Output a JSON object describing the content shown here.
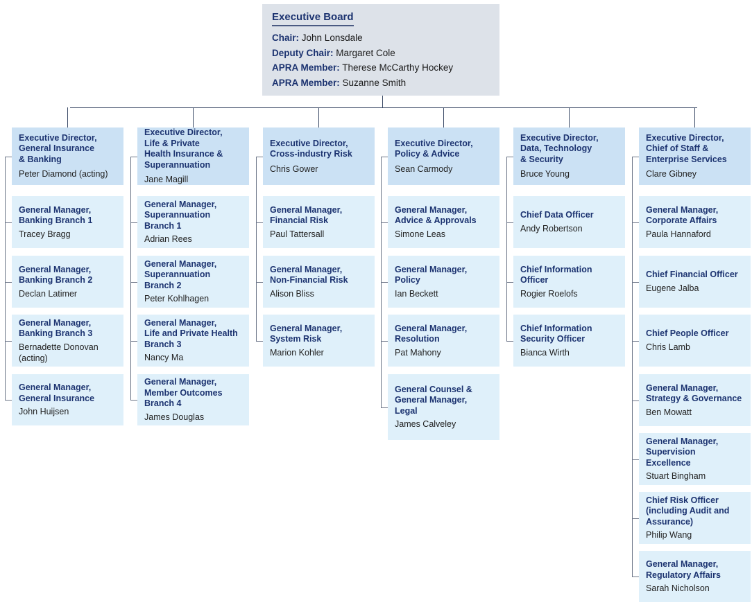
{
  "board": {
    "title": "Executive Board",
    "members": [
      {
        "role": "Chair:",
        "name": "John Lonsdale"
      },
      {
        "role": "Deputy Chair:",
        "name": "Margaret Cole"
      },
      {
        "role": "APRA Member:",
        "name": "Therese McCarthy Hockey"
      },
      {
        "role": "APRA Member:",
        "name": "Suzanne Smith"
      }
    ]
  },
  "columns": [
    {
      "head": {
        "title": "Executive Director,\nGeneral Insurance\n& Banking",
        "name": "Peter Diamond (acting)"
      },
      "reports": [
        {
          "title": "General Manager,\nBanking Branch 1",
          "name": "Tracey Bragg"
        },
        {
          "title": "General Manager,\nBanking Branch 2",
          "name": "Declan Latimer"
        },
        {
          "title": "General Manager,\nBanking Branch 3",
          "name": "Bernadette Donovan\n(acting)"
        },
        {
          "title": "General Manager,\nGeneral Insurance",
          "name": "John Huijsen"
        }
      ]
    },
    {
      "head": {
        "title": "Executive Director,\nLife & Private\nHealth Insurance &\nSuperannuation",
        "name": "Jane Magill"
      },
      "reports": [
        {
          "title": "General Manager,\nSuperannuation\nBranch 1",
          "name": "Adrian Rees"
        },
        {
          "title": "General Manager,\nSuperannuation\nBranch 2",
          "name": "Peter Kohlhagen"
        },
        {
          "title": "General Manager,\nLife and Private Health\nBranch 3",
          "name": "Nancy Ma"
        },
        {
          "title": "General Manager,\nMember Outcomes\nBranch 4",
          "name": "James Douglas"
        }
      ]
    },
    {
      "head": {
        "title": "Executive Director,\nCross-industry Risk",
        "name": "Chris Gower"
      },
      "reports": [
        {
          "title": "General Manager,\nFinancial Risk",
          "name": "Paul Tattersall"
        },
        {
          "title": "General Manager,\nNon-Financial Risk",
          "name": "Alison Bliss"
        },
        {
          "title": "General Manager,\nSystem Risk",
          "name": "Marion Kohler"
        }
      ]
    },
    {
      "head": {
        "title": "Executive Director,\nPolicy & Advice",
        "name": "Sean Carmody"
      },
      "reports": [
        {
          "title": "General Manager,\nAdvice & Approvals",
          "name": "Simone Leas"
        },
        {
          "title": "General Manager,\nPolicy",
          "name": "Ian Beckett"
        },
        {
          "title": "General Manager,\nResolution",
          "name": "Pat Mahony"
        },
        {
          "title": "General Counsel &\nGeneral Manager,\nLegal",
          "name": "James Calveley"
        }
      ]
    },
    {
      "head": {
        "title": "Executive Director,\nData, Technology\n& Security",
        "name": "Bruce Young"
      },
      "reports": [
        {
          "title": "Chief Data Officer",
          "name": "Andy Robertson"
        },
        {
          "title": "Chief Information\nOfficer",
          "name": "Rogier Roelofs"
        },
        {
          "title": "Chief Information\nSecurity Officer",
          "name": "Bianca Wirth"
        }
      ]
    },
    {
      "head": {
        "title": "Executive Director,\nChief of Staff &\nEnterprise Services",
        "name": "Clare Gibney"
      },
      "reports": [
        {
          "title": "General Manager,\nCorporate Affairs",
          "name": "Paula Hannaford"
        },
        {
          "title": "Chief Financial Officer",
          "name": "Eugene Jalba"
        },
        {
          "title": "Chief People Officer",
          "name": "Chris Lamb"
        },
        {
          "title": "General Manager,\nStrategy & Governance",
          "name": "Ben Mowatt"
        },
        {
          "title": "General Manager,\nSupervision\nExcellence",
          "name": "Stuart Bingham"
        },
        {
          "title": "Chief Risk Officer\n(including Audit and\nAssurance)",
          "name": "Philip Wang"
        },
        {
          "title": "General Manager,\nRegulatory Affairs",
          "name": "Sarah Nicholson"
        }
      ]
    }
  ],
  "colors": {
    "board_bg": "#dde2e9",
    "executive_director_bg": "#cbe1f4",
    "report_bg": "#dff0fa",
    "title_text": "#1c3370",
    "connector": "#3b4a66"
  }
}
